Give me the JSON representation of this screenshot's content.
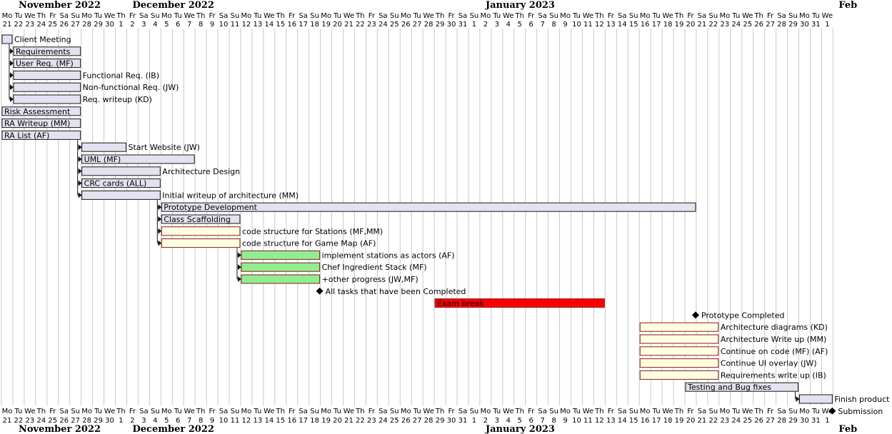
{
  "months": [
    {
      "label": "November 2022",
      "day": 0
    },
    {
      "label": "December 2022",
      "day": 10
    },
    {
      "label": "January 2023",
      "day": 41
    },
    {
      "label": "Feb",
      "day": 72
    }
  ],
  "dow_labels": [
    "Mo",
    "Tu",
    "We",
    "Th",
    "Fr",
    "Sa",
    "Su"
  ],
  "dom_labels": [
    "21",
    "22",
    "23",
    "24",
    "25",
    "26",
    "27",
    "28",
    "29",
    "30",
    "1",
    "2",
    "3",
    "4",
    "5",
    "6",
    "7",
    "8",
    "9",
    "10",
    "11",
    "12",
    "13",
    "14",
    "15",
    "16",
    "17",
    "18",
    "19",
    "20",
    "21",
    "22",
    "23",
    "24",
    "25",
    "26",
    "27",
    "28",
    "29",
    "30",
    "31",
    "1",
    "2",
    "3",
    "4",
    "5",
    "6",
    "7",
    "8",
    "9",
    "10",
    "11",
    "12",
    "13",
    "14",
    "15",
    "16",
    "17",
    "18",
    "19",
    "20",
    "21",
    "22",
    "23",
    "24",
    "25",
    "26",
    "27",
    "28",
    "29",
    "30",
    "31",
    "1"
  ],
  "colors": {
    "default": "#e2e2f0",
    "pending": "#fffee0",
    "done": "#90ee90",
    "exam": "#ff0000",
    "grid": "#c8c8c8",
    "border": "#181818",
    "pending_border": "#8a1a1a",
    "done_border": "#8a1a1a",
    "exam_border": "#8a1a1a"
  },
  "tasks": [
    {
      "name": "Client Meeting",
      "start": 0,
      "end": 0,
      "style": "default",
      "label_inside": false
    },
    {
      "name": "Requirements",
      "start": 1,
      "end": 6,
      "style": "default",
      "label_inside": true
    },
    {
      "name": "User Req. (MF)",
      "start": 1,
      "end": 6,
      "style": "default",
      "label_inside": true
    },
    {
      "name": "Functional Req. (IB)",
      "start": 1,
      "end": 6,
      "style": "default",
      "label_inside": false
    },
    {
      "name": "Non-functional Req. (JW)",
      "start": 1,
      "end": 6,
      "style": "default",
      "label_inside": false
    },
    {
      "name": "Req. writeup (KD)",
      "start": 1,
      "end": 6,
      "style": "default",
      "label_inside": false
    },
    {
      "name": "Risk Assessment",
      "start": 0,
      "end": 6,
      "style": "default",
      "label_inside": true
    },
    {
      "name": "RA Writeup (MM)",
      "start": 0,
      "end": 6,
      "style": "default",
      "label_inside": true
    },
    {
      "name": "RA List (AF)",
      "start": 0,
      "end": 6,
      "style": "default",
      "label_inside": true
    },
    {
      "name": "Start Website (JW)",
      "start": 7,
      "end": 10,
      "style": "default",
      "label_inside": false
    },
    {
      "name": "UML (MF)",
      "start": 7,
      "end": 16,
      "style": "default",
      "label_inside": true
    },
    {
      "name": "Architecture Design",
      "start": 7,
      "end": 13,
      "style": "default",
      "label_inside": false
    },
    {
      "name": "CRC cards (ALL)",
      "start": 7,
      "end": 13,
      "style": "default",
      "label_inside": true
    },
    {
      "name": "Initial writeup of architecture (MM)",
      "start": 7,
      "end": 13,
      "style": "default",
      "label_inside": false
    },
    {
      "name": "Prototype Development",
      "start": 14,
      "end": 60,
      "style": "default",
      "label_inside": true
    },
    {
      "name": "Class Scaffolding",
      "start": 14,
      "end": 20,
      "style": "default",
      "label_inside": true
    },
    {
      "name": "code structure for Stations (MF,MM)",
      "start": 14,
      "end": 20,
      "style": "pending",
      "label_inside": false
    },
    {
      "name": "code structure for Game Map (AF)",
      "start": 14,
      "end": 20,
      "style": "pending",
      "label_inside": false
    },
    {
      "name": "implement stations as actors (AF)",
      "start": 21,
      "end": 27,
      "style": "done",
      "label_inside": false
    },
    {
      "name": "Chef Ingredient Stack (MF)",
      "start": 21,
      "end": 27,
      "style": "done",
      "label_inside": false
    },
    {
      "name": "+other progress (JW,MF)",
      "start": 21,
      "end": 27,
      "style": "done",
      "label_inside": false
    },
    {
      "name": "All tasks that have been Completed",
      "day": 27,
      "style": "milestone"
    },
    {
      "name": "Exam break",
      "start": 38,
      "end": 52,
      "style": "exam",
      "label_inside": true
    },
    {
      "name": "Prototype Completed",
      "day": 60,
      "style": "milestone"
    },
    {
      "name": "Architecture diagrams (KD)",
      "start": 56,
      "end": 62,
      "style": "pending",
      "label_inside": false
    },
    {
      "name": "Architecture Write up (MM)",
      "start": 56,
      "end": 62,
      "style": "pending",
      "label_inside": false
    },
    {
      "name": "Continue on code (MF) (AF)",
      "start": 56,
      "end": 62,
      "style": "pending",
      "label_inside": false
    },
    {
      "name": "Continue UI overlay (JW)",
      "start": 56,
      "end": 62,
      "style": "pending",
      "label_inside": false
    },
    {
      "name": "Requirements write up (IB)",
      "start": 56,
      "end": 62,
      "style": "pending",
      "label_inside": false
    },
    {
      "name": "Testing and Bug fixes",
      "start": 60,
      "end": 69,
      "style": "default",
      "label_inside": true
    },
    {
      "name": "Finish product",
      "start": 70,
      "end": 72,
      "style": "default",
      "label_inside": false
    },
    {
      "name": "Submission",
      "day": 72,
      "style": "milestone"
    }
  ],
  "dependencies": [
    {
      "from_day": 0,
      "to": [
        1,
        2,
        3,
        4,
        5
      ]
    },
    {
      "from_day": 6,
      "to": [
        9,
        10,
        11,
        12,
        13
      ]
    },
    {
      "from_day": 13,
      "to": [
        14,
        15,
        16,
        17
      ]
    },
    {
      "from_day": 20,
      "to": [
        18,
        19,
        20
      ]
    },
    {
      "from_day": 69,
      "to": [
        30
      ]
    }
  ]
}
